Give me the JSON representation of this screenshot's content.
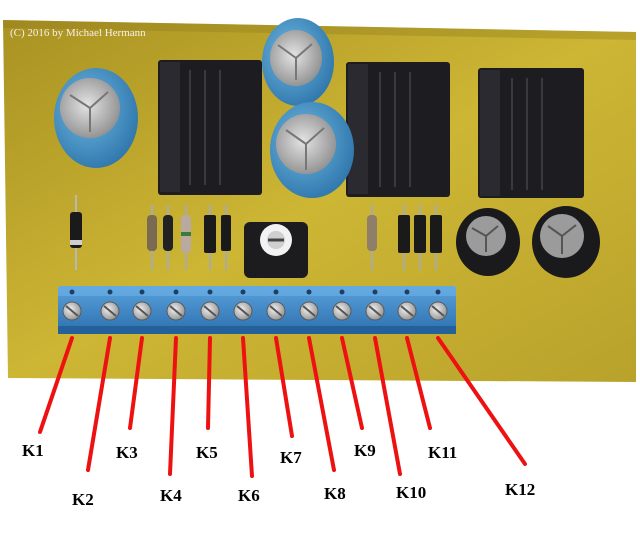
{
  "photo": {
    "copyright": "(C) 2016 by Michael Hermann",
    "colors": {
      "board": "#c9b22a",
      "relay": "#1e1e22",
      "capacitor": "#3a8fc4",
      "terminal_block": "#3f88c8",
      "pointer_lines": "#ee1111"
    },
    "terminals": [
      {
        "label": "K1"
      },
      {
        "label": "K2"
      },
      {
        "label": "K3"
      },
      {
        "label": "K4"
      },
      {
        "label": "K5"
      },
      {
        "label": "K6"
      },
      {
        "label": "K7"
      },
      {
        "label": "K8"
      },
      {
        "label": "K9"
      },
      {
        "label": "K10"
      },
      {
        "label": "K11"
      },
      {
        "label": "K12"
      }
    ]
  }
}
